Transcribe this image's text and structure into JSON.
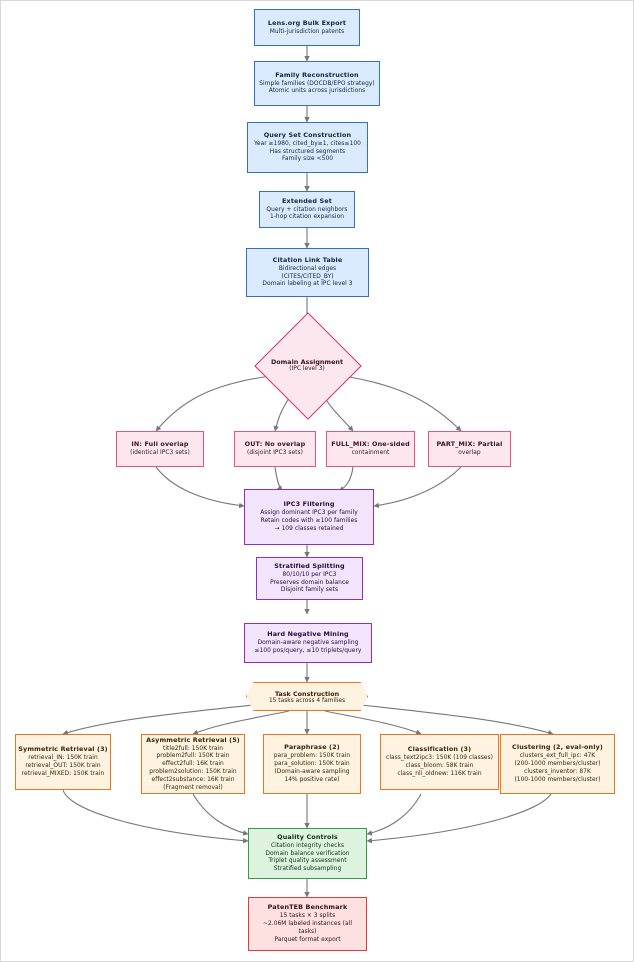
{
  "diagram": {
    "title": "PatenTEB dataset construction pipeline",
    "colors": {
      "blue_fill": "#dbeafe",
      "blue_stroke": "#2f72c4",
      "pink_fill": "#fce7ef",
      "pink_stroke": "#e8518a",
      "diamond_stroke": "#d6296b",
      "purple_fill": "#f1e4fb",
      "purple_stroke": "#8b2fc9",
      "orange_fill": "#fdf3e0",
      "orange_stroke": "#e8761b",
      "green_fill": "#ddf3de",
      "green_stroke": "#2f9e44",
      "red_fill": "#fde0e0",
      "red_stroke": "#e33a3a",
      "edge": "#555555"
    },
    "nodes": {
      "bulk_export": {
        "title": "Lens.org Bulk Export",
        "lines": [
          "Multi-jurisdiction patents"
        ]
      },
      "family_reconstruction": {
        "title": "Family Reconstruction",
        "lines": [
          "Simple families (DOCDB/EPO strategy)",
          "Atomic units across jurisdictions"
        ]
      },
      "query_set": {
        "title": "Query Set Construction",
        "lines": [
          "Year ≥1980, cited_by≥1, cites≤100",
          "Has structured segments",
          "Family size <500"
        ]
      },
      "extended_set": {
        "title": "Extended Set",
        "lines": [
          "Query + citation neighbors",
          "1-hop citation expansion"
        ]
      },
      "citation_link_table": {
        "title": "Citation Link Table",
        "lines": [
          "Bidirectional edges",
          "(CITES/CITED_BY)",
          "Domain labeling at IPC level 3"
        ]
      },
      "domain_assignment": {
        "title": "Domain Assignment",
        "lines": [
          "(IPC level 3)"
        ]
      },
      "branch_in": {
        "title": "IN: Full overlap",
        "lines": [
          "(identical IPC3 sets)"
        ]
      },
      "branch_out": {
        "title": "OUT: No overlap",
        "lines": [
          "(disjoint IPC3 sets)"
        ]
      },
      "branch_full_mix": {
        "title": "FULL_MIX: One-sided",
        "lines": [
          "containment"
        ]
      },
      "branch_part_mix": {
        "title": "PART_MIX: Partial",
        "lines": [
          "overlap"
        ]
      },
      "ipc3_filtering": {
        "title": "IPC3 Filtering",
        "lines": [
          "Assign dominant IPC3 per family",
          "Retain codes with ≥100 families",
          "→ 109 classes retained"
        ]
      },
      "stratified_splitting": {
        "title": "Stratified Splitting",
        "lines": [
          "80/10/10 per IPC3",
          "Preserves domain balance",
          "Disjoint family sets"
        ]
      },
      "hard_negative_mining": {
        "title": "Hard Negative Mining",
        "lines": [
          "Domain-aware negative sampling",
          "≤100 pos/query, ≤10 triplets/query"
        ]
      },
      "task_construction": {
        "title": "Task Construction",
        "lines": [
          "15 tasks across 4 families"
        ]
      },
      "symmetric_retrieval": {
        "title": "Symmetric Retrieval (3)",
        "lines": [
          "retrieval_IN: 150K train",
          "retrieval_OUT: 150K train",
          "retrieval_MIXED: 150K train"
        ]
      },
      "asymmetric_retrieval": {
        "title": "Asymmetric Retrieval (5)",
        "lines": [
          "title2full: 150K train",
          "problem2full: 150K train",
          "effect2full: 16K train",
          "problem2solution: 150K train",
          "effect2substance: 16K train",
          "(Fragment removal)"
        ]
      },
      "paraphrase": {
        "title": "Paraphrase (2)",
        "lines": [
          "para_problem: 150K train",
          "para_solution: 150K train",
          "(Domain-aware sampling",
          "14% positive rate)"
        ]
      },
      "classification": {
        "title": "Classification (3)",
        "lines": [
          "class_text2ipc3: 150K (109 classes)",
          "class_bloom: 58K train",
          "class_nli_oldnew: 116K train"
        ]
      },
      "clustering": {
        "title": "Clustering (2, eval-only)",
        "lines": [
          "clusters_ext_full_ipc: 47K",
          "(200-1000 members/cluster)",
          "clusters_inventor: 87K",
          "(100-1000 members/cluster)"
        ]
      },
      "quality_controls": {
        "title": "Quality Controls",
        "lines": [
          "Citation integrity checks",
          "Domain balance verification",
          "Triplet quality assessment",
          "Stratified subsampling"
        ]
      },
      "patenteb_benchmark": {
        "title": "PatenTEB Benchmark",
        "lines": [
          "15 tasks × 3 splits",
          "~2.06M labeled instances (all",
          "tasks)",
          "Parquet format export"
        ]
      }
    }
  }
}
